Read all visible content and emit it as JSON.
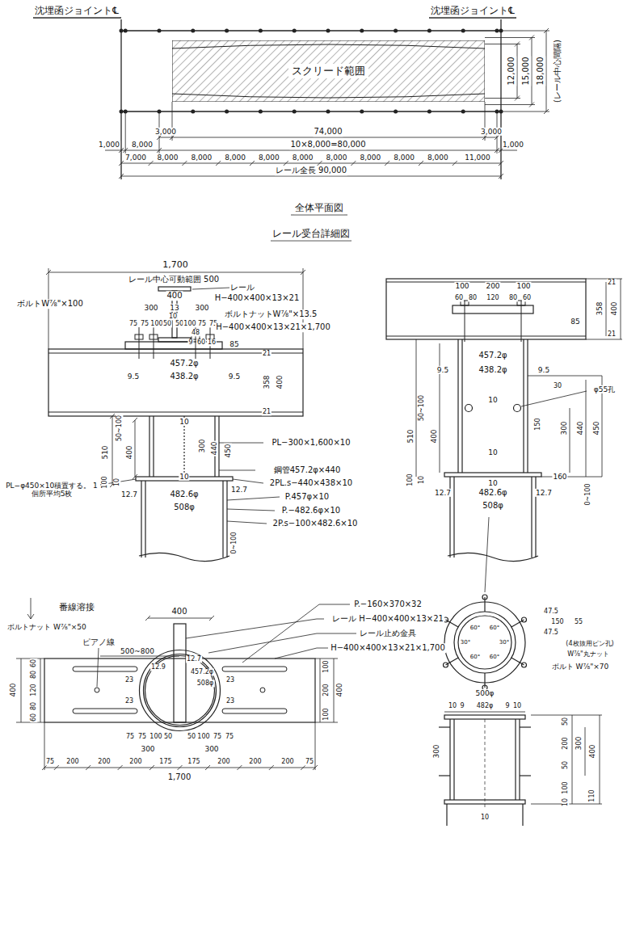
{
  "diagram": {
    "nodes": [
      {
        "text": [
          "スクリード範囲"
        ]
      }
    ],
    "labels": [
      "沈埋函ジョイント℄",
      "沈埋函ジョイント℄",
      "12,000",
      "15,000",
      "18,000",
      "(レール中心間隔)",
      "3,000",
      "74,000",
      "3,000",
      "1,000",
      "8,000",
      "10×8,000=80,000",
      "1,000",
      "7,000",
      "8,000",
      "8,000",
      "8,000",
      "8,000",
      "8,000",
      "8,000",
      "8,000",
      "8,000",
      "8,000",
      "11,000",
      "レール全長 90,000",
      "全体平面図",
      "レール受台詳細図",
      "1,700",
      "レール中心可動範囲 500",
      "レール",
      "400",
      "H−400×400×13×21",
      "ボルトW⅞\"×100",
      "300",
      "13",
      "300",
      "ボルトナットW⅞\"×13.5",
      "75",
      "75",
      "100",
      "50",
      "10",
      "50",
      "100",
      "75",
      "75",
      "48",
      "9",
      "60",
      "16",
      "85",
      "H−400×400×13×21×1,700",
      "21",
      "358",
      "400",
      "21",
      "457.2φ",
      "9.5",
      "438.2φ",
      "9.5",
      "50~100",
      "510",
      "400",
      "10",
      "300",
      "440",
      "450",
      "100",
      "10",
      "0~100",
      "PL−300×1,600×10",
      "10",
      "鋼管457.2φ×440",
      "2PL.s−440×438×10",
      "PL−φ450×10積置する。 1個所平均5枚",
      "12.7",
      "482.6φ",
      "12.7",
      "P.457φ×10",
      "508φ",
      "P.−482.6φ×10",
      "2P.s−100×482.6×10",
      "21",
      "358",
      "400",
      "21",
      "100",
      "200",
      "100",
      "60",
      "80",
      "120",
      "80",
      "60",
      "85",
      "457.2φ",
      "9.5",
      "438.2φ",
      "9.5",
      "φ55孔",
      "50~100",
      "510",
      "400",
      "10",
      "30",
      "150",
      "300",
      "440",
      "450",
      "10",
      "160",
      "100",
      "10",
      "0~100",
      "10",
      "12.7",
      "482.6φ",
      "12.7",
      "508φ",
      "番線溶接",
      "400",
      "P.−160×370×32",
      "レール H−400×400×13×21",
      "レール止め金具",
      "H−400×400×13×21×1,700",
      "ボルトナット W⅞\"×50",
      "ピアノ線",
      "500~800",
      "12.9",
      "12.7",
      "457.2φ",
      "508φ",
      "400",
      "60",
      "80",
      "120",
      "80",
      "60",
      "23",
      "23",
      "23",
      "23",
      "100",
      "200",
      "100",
      "400",
      "75",
      "75",
      "100",
      "50",
      "50",
      "100",
      "75",
      "75",
      "300",
      "300",
      "75",
      "200",
      "200",
      "200",
      "175",
      "175",
      "200",
      "200",
      "200",
      "75",
      "1,700",
      "47.5",
      "150",
      "55",
      "47.5",
      "(4枚抜用ピン孔)",
      "W⅞\"丸ナット",
      "ボルト W⅞\"×70",
      "60°",
      "60°",
      "30°",
      "30°",
      "60°",
      "60°",
      "500φ",
      "10",
      "9",
      "482φ",
      "9",
      "10",
      "300",
      "50",
      "200",
      "50",
      "300",
      "400",
      "100",
      "10",
      "110",
      "10"
    ]
  }
}
